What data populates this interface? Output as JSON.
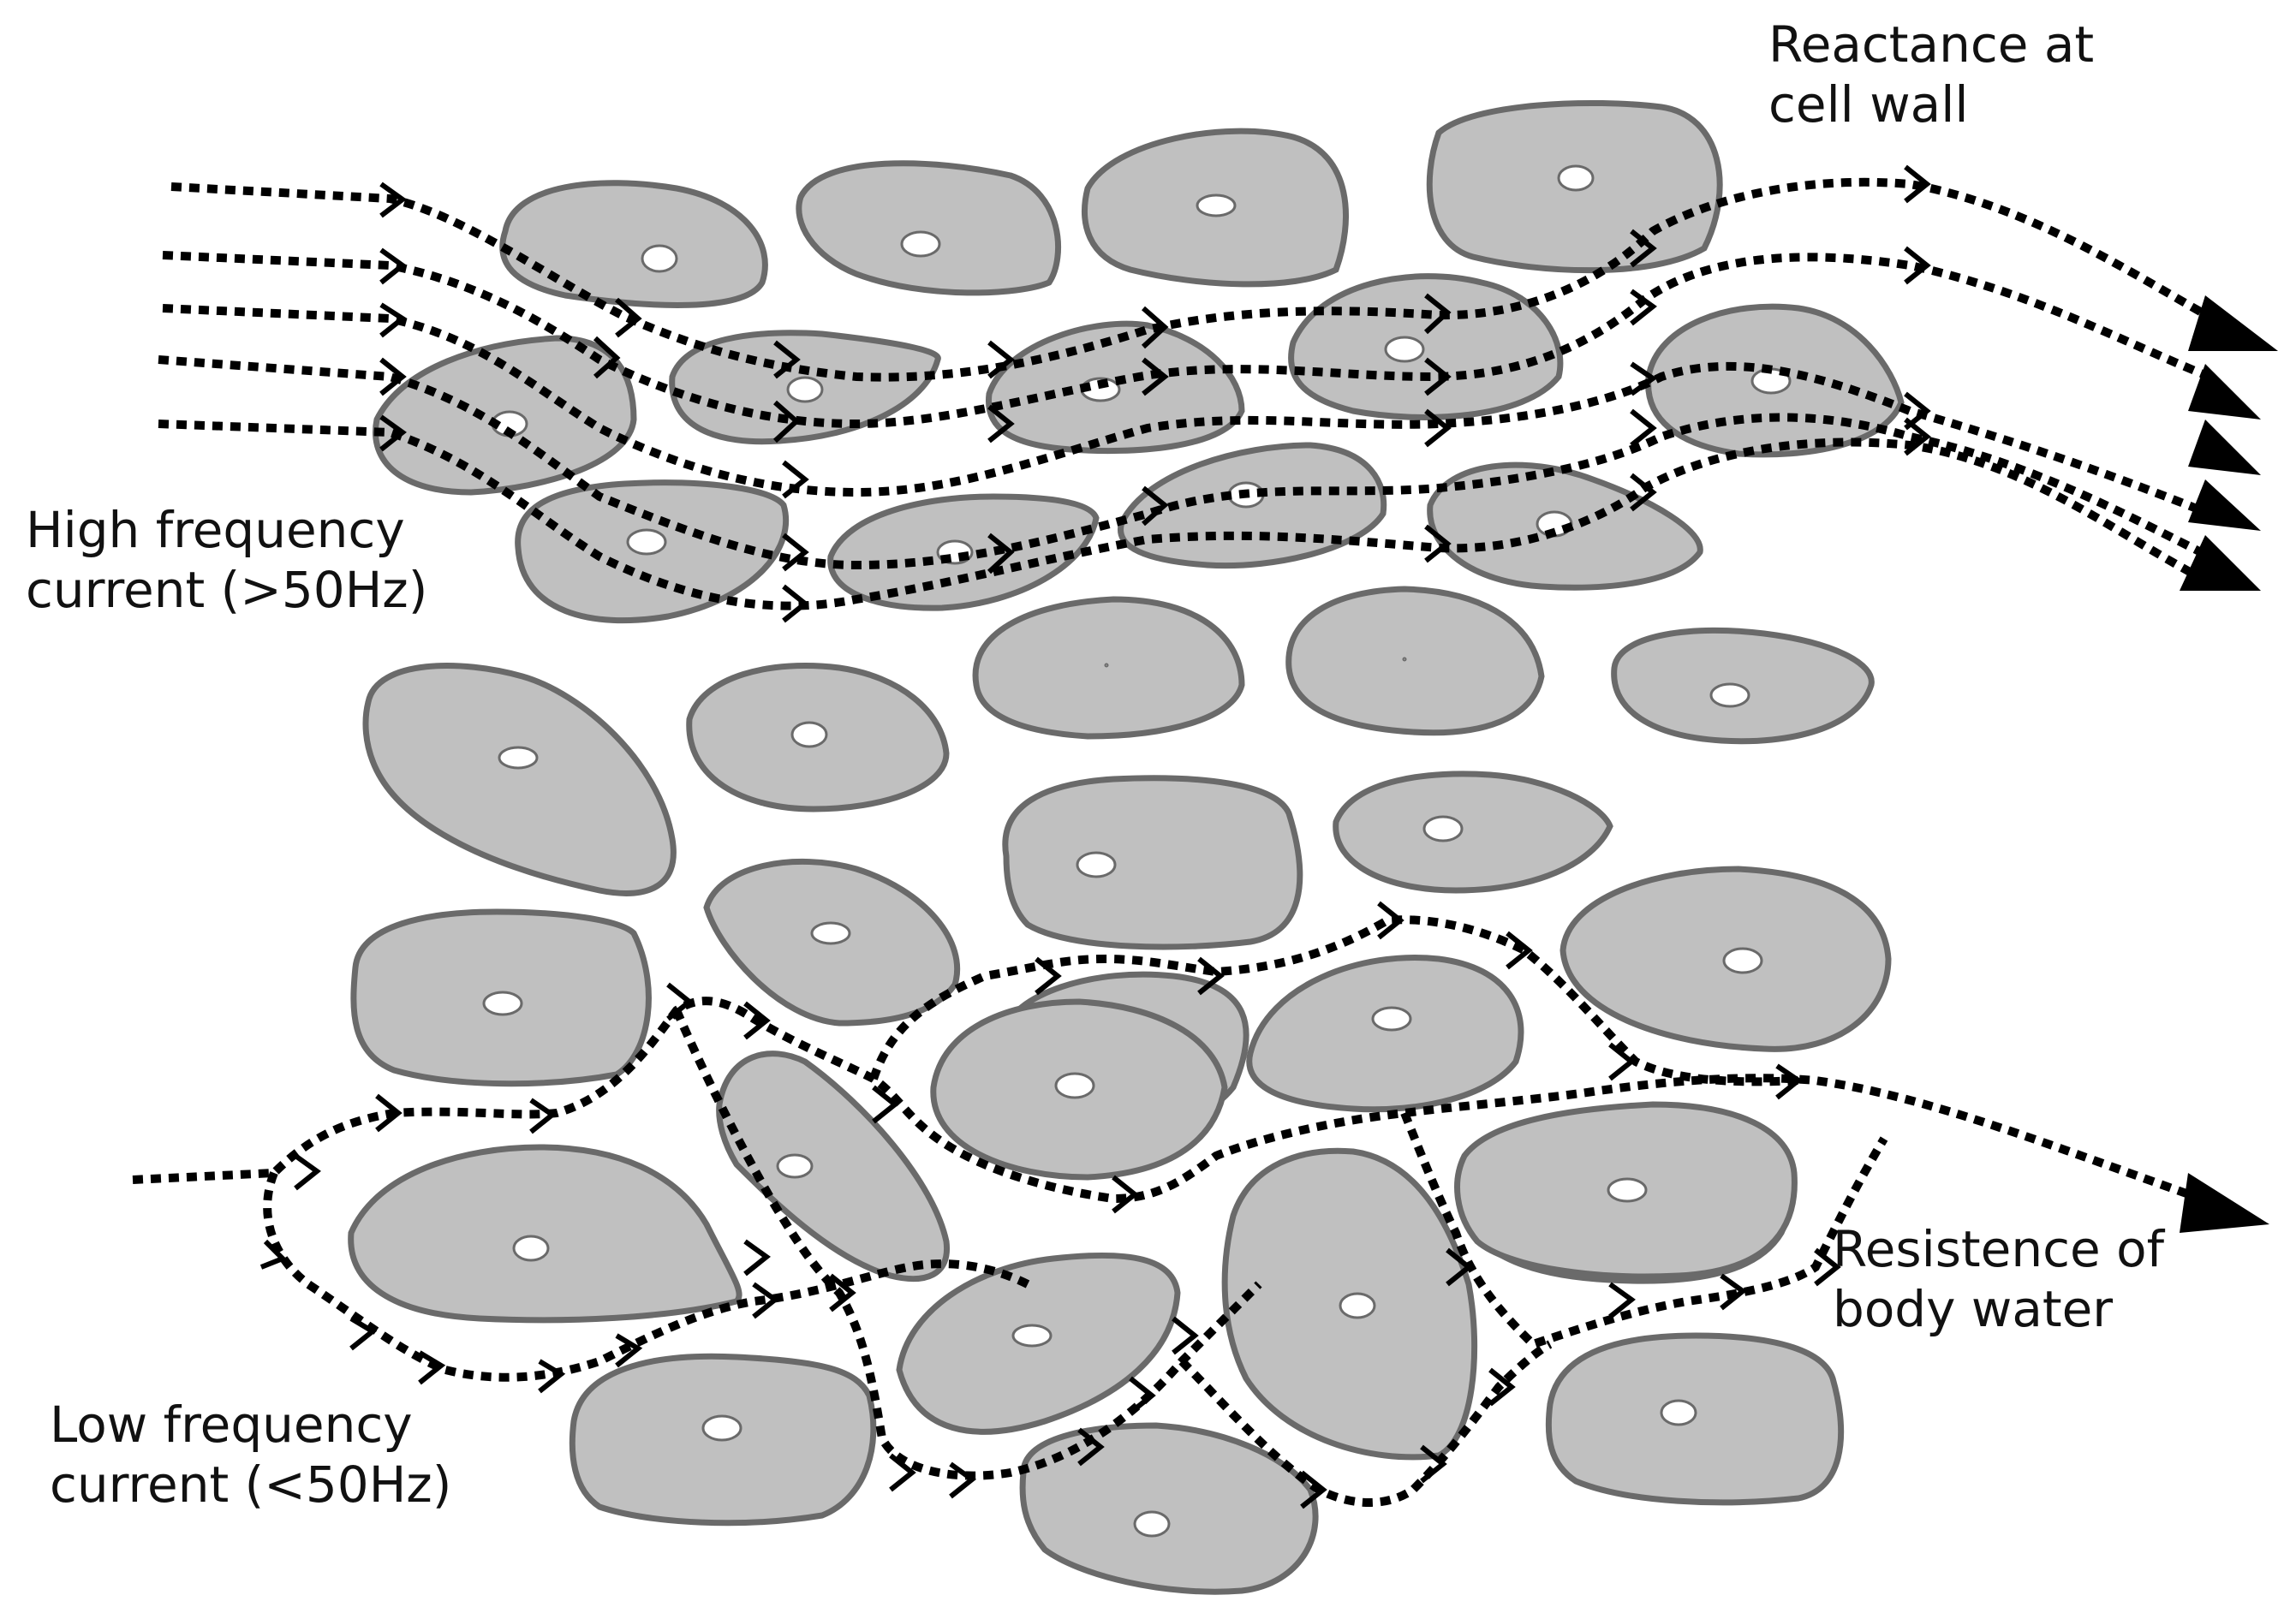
{
  "labels": {
    "reactance": "Reactance at\ncell wall",
    "high_frequency": "High frequency\ncurrent (>50Hz)",
    "resistance": "Resistence of\nbody water",
    "low_frequency": "Low frequency\ncurrent (<50Hz)"
  },
  "colors": {
    "cell_fill": "#c0c0c0",
    "cell_stroke": "#6a6a6a",
    "current_path": "#000000"
  }
}
